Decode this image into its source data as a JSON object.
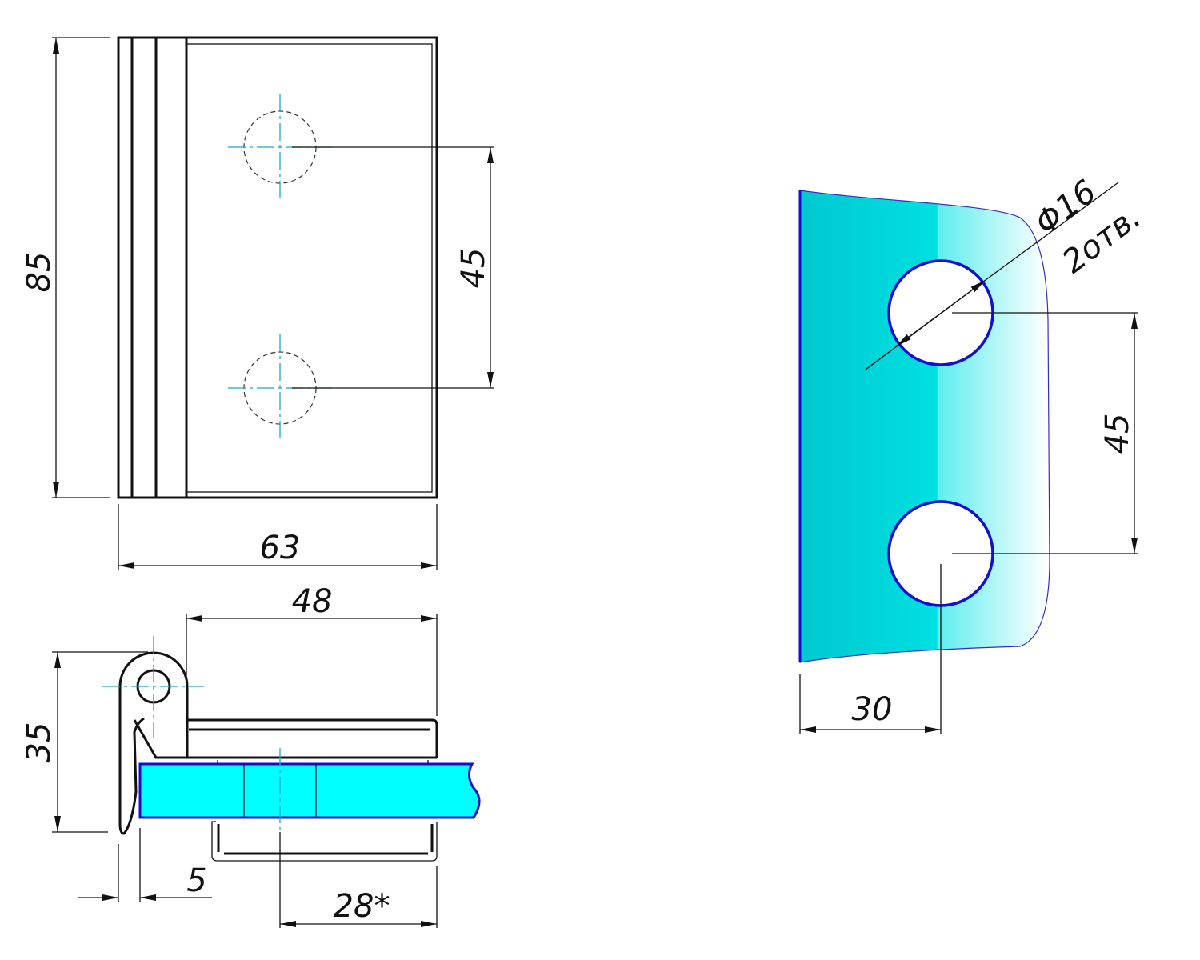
{
  "drawing": {
    "top_view": {
      "height": "85",
      "hole_spacing": "45",
      "width": "63"
    },
    "side_view": {
      "plate_length": "48",
      "height": "35",
      "offset": "5",
      "hole_offset": "28*"
    },
    "glass_view": {
      "hole_diameter": "Φ16",
      "hole_count": "2отв.",
      "hole_spacing": "45",
      "edge_distance": "30"
    },
    "colors": {
      "glass": "#00ffff",
      "glass_edge": "#1010d0",
      "centerline": "#1aa8c8"
    }
  }
}
